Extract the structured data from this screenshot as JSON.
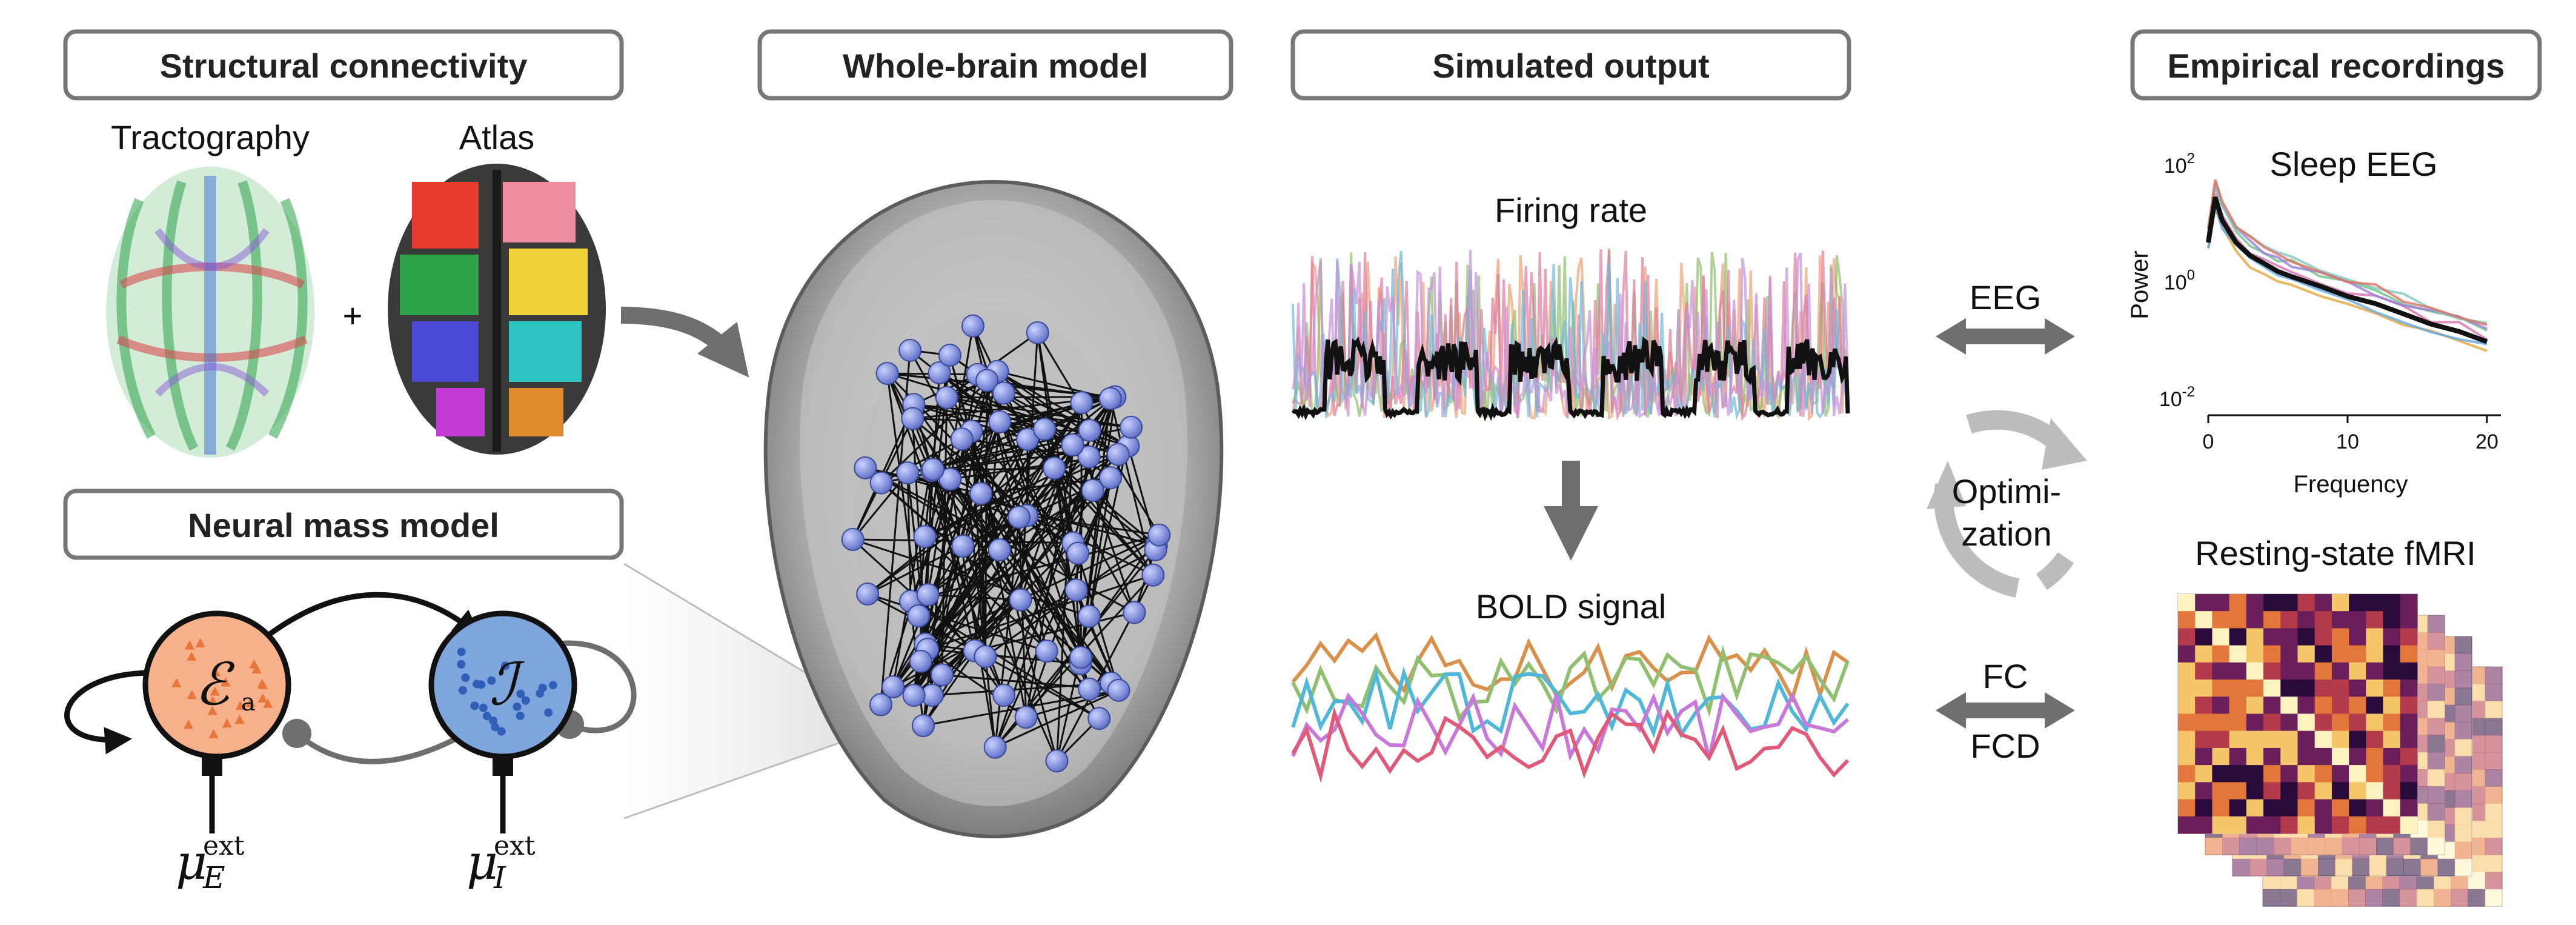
{
  "headers": {
    "structural": "Structural connectivity",
    "wholebrain": "Whole-brain model",
    "simulated": "Simulated output",
    "empirical": "Empirical recordings",
    "neural_mass": "Neural mass model"
  },
  "structural": {
    "tractography": "Tractography",
    "atlas": "Atlas",
    "plus": "+"
  },
  "simulated": {
    "firing_rate": "Firing rate",
    "bold": "BOLD signal"
  },
  "middle": {
    "eeg": "EEG",
    "fc": "FC",
    "fcd": "FCD",
    "optim_1": "Optimi-",
    "optim_2": "zation"
  },
  "neural_mass": {
    "e_symbol": "ℰ",
    "e_sub": "a",
    "i_symbol": "ℐ",
    "mu_e": "μ",
    "mu_e_sub": "E",
    "mu_i": "μ",
    "mu_i_sub": "I",
    "ext": "ext"
  },
  "empirical": {
    "fmri_title": "Resting-state fMRI"
  },
  "colors": {
    "box_border": "#777777",
    "node": "#7f8fd6",
    "exc": "#f6b08a",
    "inh": "#7fa6dc",
    "arrow": "#6e6e6e",
    "cycle": "#b8b8b8"
  },
  "chart_data": {
    "type": "line",
    "title": "Sleep EEG",
    "xlabel": "Frequency",
    "ylabel": "Power",
    "x_ticks": [
      "0",
      "10",
      "20"
    ],
    "y_ticks": [
      "10^2",
      "10^0",
      "10^-2"
    ],
    "y_scale": "log",
    "xlim": [
      0,
      21
    ],
    "ylim": [
      0.01,
      100
    ],
    "series": [
      {
        "x": [
          0,
          0.5,
          1,
          2,
          3,
          4,
          5,
          6,
          8,
          10,
          12,
          14,
          16,
          18,
          20
        ],
        "values": [
          5,
          30,
          12,
          5,
          3,
          2.2,
          1.6,
          1.3,
          0.9,
          0.6,
          0.45,
          0.3,
          0.2,
          0.15,
          0.1
        ]
      }
    ]
  }
}
